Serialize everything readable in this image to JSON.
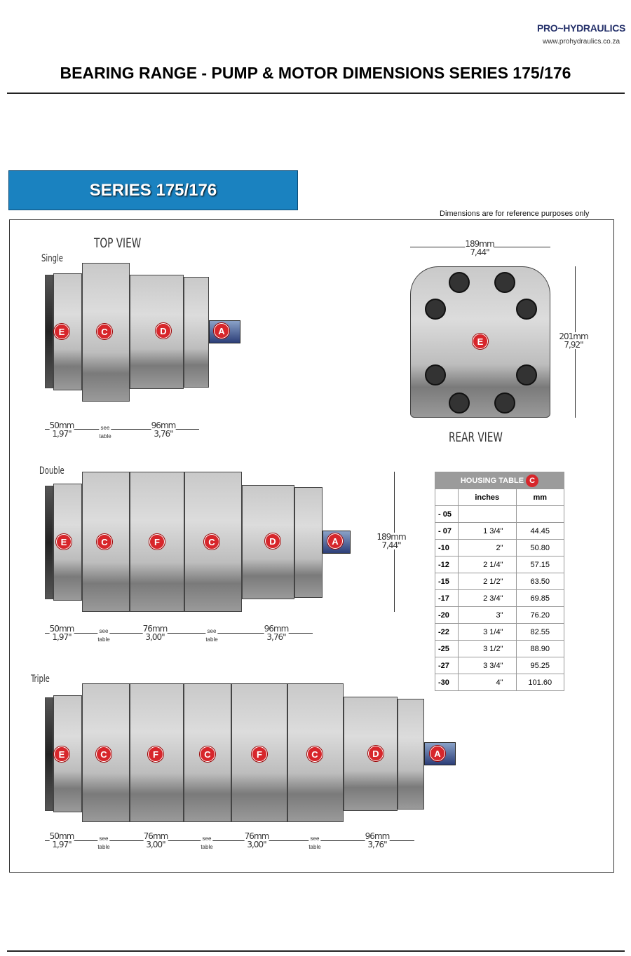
{
  "logo": {
    "name": "PRO~HYDRAULICS",
    "url": "www.prohydraulics.co.za"
  },
  "title": "BEARING RANGE - PUMP & MOTOR DIMENSIONS SERIES 175/176",
  "series_banner": "SERIES 175/176",
  "note": "Dimensions are for reference purposes only",
  "top_view": "TOP VIEW",
  "rear_view": "REAR VIEW",
  "single": {
    "label": "Single",
    "markers": [
      "E",
      "C",
      "D",
      "A"
    ],
    "dims": [
      {
        "mm": "50mm",
        "in": "1,97\""
      },
      {
        "see": "see",
        "table": "table"
      },
      {
        "mm": "96mm",
        "in": "3,76\""
      }
    ]
  },
  "double": {
    "label": "Double",
    "markers": [
      "E",
      "C",
      "F",
      "C",
      "D",
      "A"
    ],
    "height": {
      "mm": "189mm",
      "in": "7,44\""
    },
    "dims": [
      {
        "mm": "50mm",
        "in": "1,97\""
      },
      {
        "see": "see",
        "table": "table"
      },
      {
        "mm": "76mm",
        "in": "3,00\""
      },
      {
        "see": "see",
        "table": "table"
      },
      {
        "mm": "96mm",
        "in": "3,76\""
      }
    ]
  },
  "triple": {
    "label": "Triple",
    "markers": [
      "E",
      "C",
      "F",
      "C",
      "F",
      "C",
      "D",
      "A"
    ],
    "dims": [
      {
        "mm": "50mm",
        "in": "1,97\""
      },
      {
        "see": "see",
        "table": "table"
      },
      {
        "mm": "76mm",
        "in": "3,00\""
      },
      {
        "see": "see",
        "table": "table"
      },
      {
        "mm": "76mm",
        "in": "3,00\""
      },
      {
        "see": "see",
        "table": "table"
      },
      {
        "mm": "96mm",
        "in": "3,76\""
      }
    ]
  },
  "rear": {
    "marker": "E",
    "width": {
      "mm": "189mm",
      "in": "7,44\""
    },
    "height": {
      "mm": "201mm",
      "in": "7,92\""
    }
  },
  "housing_table": {
    "title": "HOUSING TABLE",
    "marker": "C",
    "headers": [
      "",
      "inches",
      "mm"
    ],
    "rows": [
      [
        "- 05",
        "",
        ""
      ],
      [
        "- 07",
        "1 3/4\"",
        "44.45"
      ],
      [
        "-10",
        "2\"",
        "50.80"
      ],
      [
        "-12",
        "2 1/4\"",
        "57.15"
      ],
      [
        "-15",
        "2 1/2\"",
        "63.50"
      ],
      [
        "-17",
        "2 3/4\"",
        "69.85"
      ],
      [
        "-20",
        "3\"",
        "76.20"
      ],
      [
        "-22",
        "3 1/4\"",
        "82.55"
      ],
      [
        "-25",
        "3 1/2\"",
        "88.90"
      ],
      [
        "-27",
        "3 3/4\"",
        "95.25"
      ],
      [
        "-30",
        "4\"",
        "101.60"
      ]
    ]
  }
}
